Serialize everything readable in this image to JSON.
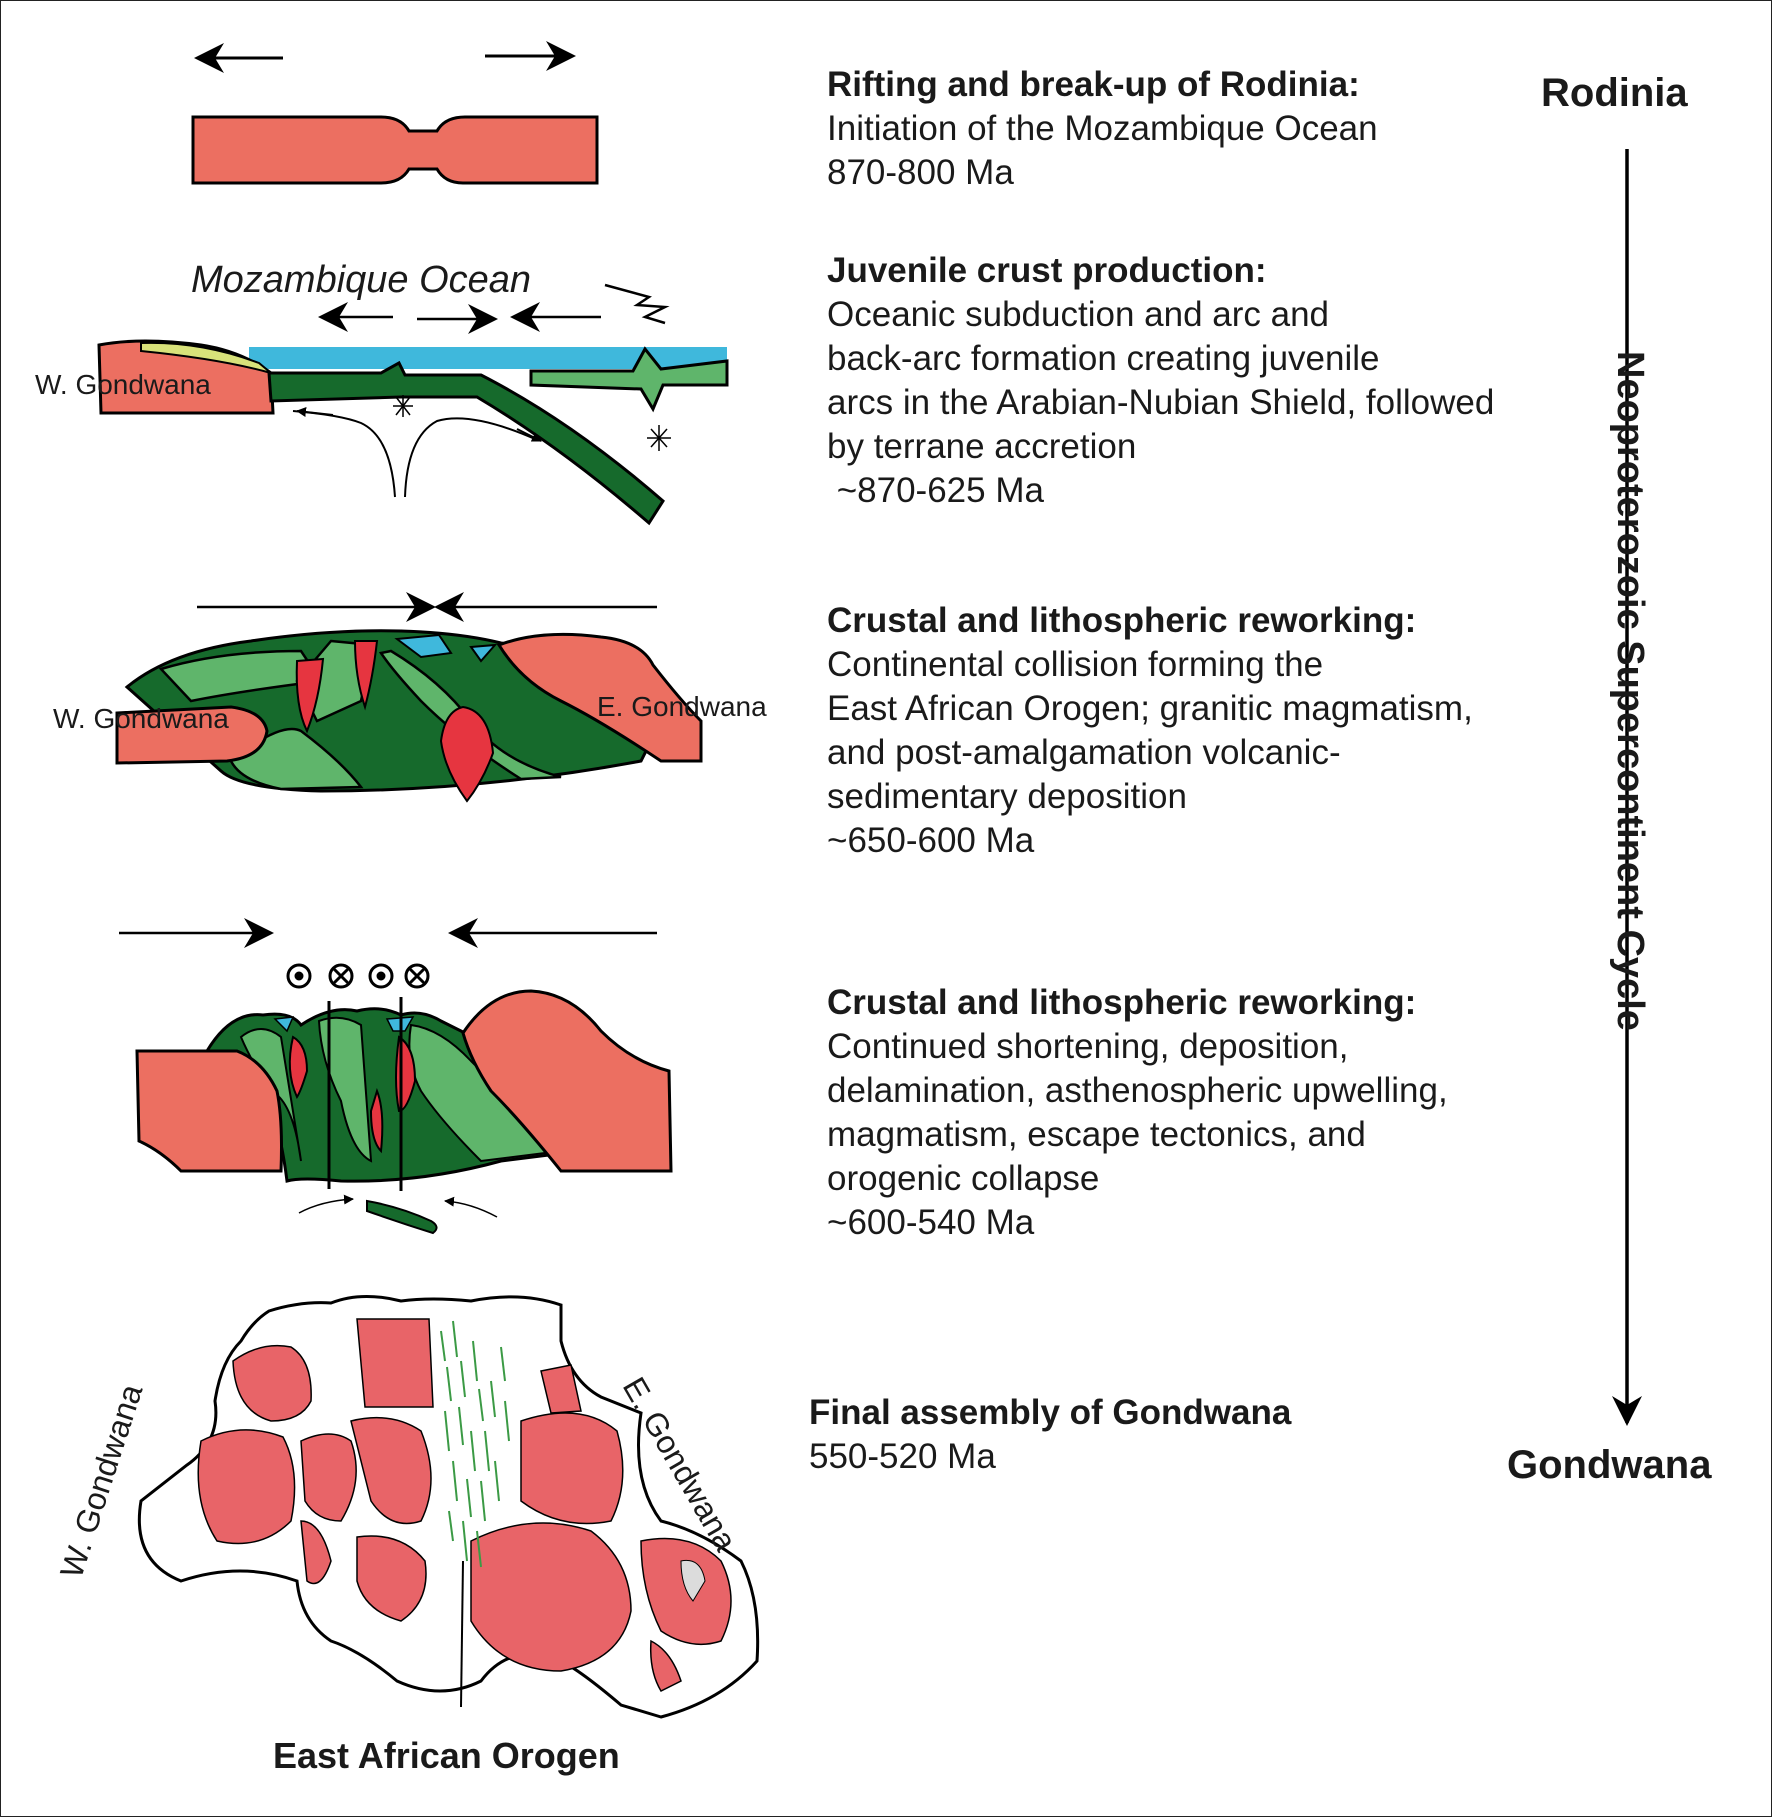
{
  "cycle": {
    "start_label": "Rodinia",
    "end_label": "Gondwana",
    "axis_label": "Neoproterozoic Supercontinent Cycle"
  },
  "stages": [
    {
      "title": "Rifting and break-up of Rodinia:",
      "lines": [
        "Initiation of the Mozambique Ocean",
        "870-800 Ma"
      ]
    },
    {
      "title": "Juvenile crust production:",
      "lines": [
        "Oceanic subduction and arc and",
        "back-arc formation creating juvenile",
        "arcs in the Arabian-Nubian Shield, followed",
        "by terrane accretion",
        " ~870-625 Ma"
      ]
    },
    {
      "title": "Crustal and lithospheric reworking:",
      "lines": [
        "Continental collision forming the",
        "East African Orogen; granitic magmatism,",
        "and post-amalgamation volcanic-",
        "sedimentary deposition",
        "~650-600 Ma"
      ]
    },
    {
      "title": "Crustal and lithospheric reworking:",
      "lines": [
        "Continued shortening, deposition,",
        "delamination, asthenospheric upwelling,",
        "magmatism, escape tectonics, and",
        "orogenic collapse",
        "~600-540 Ma"
      ]
    },
    {
      "title": "Final assembly of Gondwana",
      "lines": [
        "550-520 Ma"
      ]
    }
  ],
  "diagram_labels": {
    "mozambique_ocean": "Mozambique Ocean",
    "w_gondwana": "W. Gondwana",
    "e_gondwana": "E. Gondwana",
    "east_african_orogen": "East African Orogen"
  },
  "colors": {
    "continental_crust": "#ec6f61",
    "map_craton": "#e86468",
    "juvenile_dark": "#166a2c",
    "juvenile_light": "#5fb56b",
    "ocean": "#3fb8dc",
    "granite": "#e63540",
    "sediment": "#d8e27a"
  }
}
